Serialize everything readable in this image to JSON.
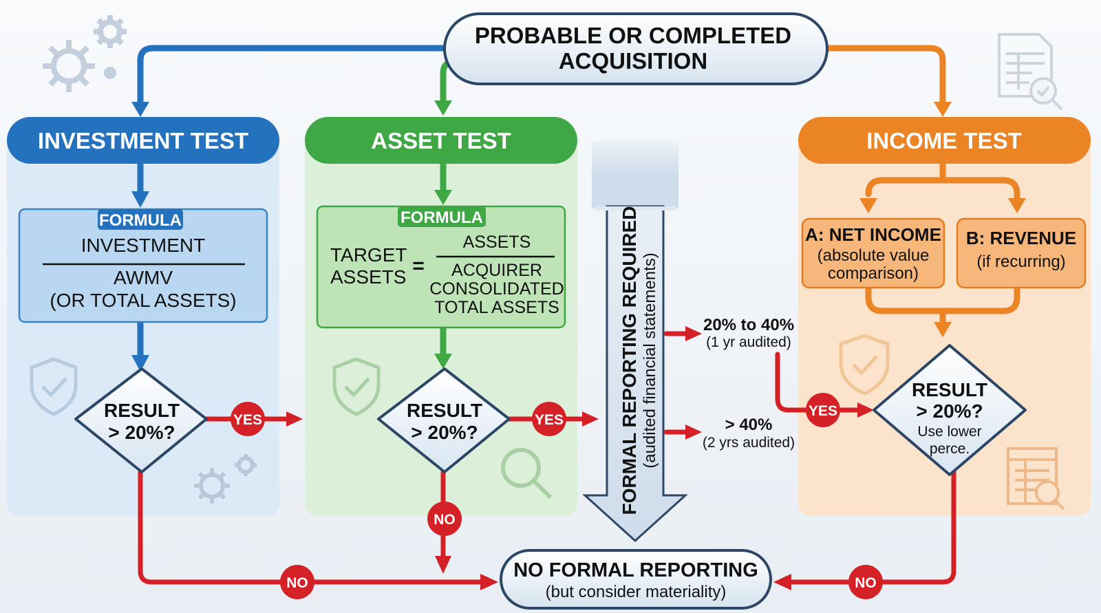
{
  "top": {
    "line1": "PROBABLE OR COMPLETED",
    "line2": "ACQUISITION"
  },
  "investment": {
    "title": "INVESTMENT TEST",
    "formula_tag": "FORMULA",
    "numerator": "INVESTMENT",
    "denominator1": "AWMV",
    "denominator2": "(OR TOTAL ASSETS)",
    "result1": "RESULT",
    "result2": "> 20%?",
    "yes": "YES",
    "no": "NO"
  },
  "asset": {
    "title": "ASSET TEST",
    "formula_tag": "FORMULA",
    "lhs1": "TARGET",
    "lhs2": "ASSETS",
    "equals": "=",
    "numerator": "ASSETS",
    "denom1": "ACQUIRER",
    "denom2": "CONSOLIDATED",
    "denom3": "TOTAL ASSETS",
    "result1": "RESULT",
    "result2": "> 20%?",
    "yes": "YES",
    "no": "NO"
  },
  "formal": {
    "line1": "FORMAL REPORTING REQUIRED",
    "line2": "(audited financial statements)",
    "tier1_value": "20% to 40%",
    "tier1_note": "(1 yr audited)",
    "tier2_value": "> 40%",
    "tier2_note": "(2 yrs audited)"
  },
  "income": {
    "title": "INCOME TEST",
    "a_title": "A: NET INCOME",
    "a_line1": "(absolute value",
    "a_line2": "comparison)",
    "b_title": "B: REVENUE",
    "b_line1": "(if recurring)",
    "result1": "RESULT",
    "result2": "> 20%?",
    "result3": "Use lower",
    "result4": "perce.",
    "yes": "YES",
    "no": "NO"
  },
  "bottom": {
    "title": "NO FORMAL REPORTING",
    "subtitle": "(but consider materiality)"
  },
  "colors": {
    "blue": "#2472bd",
    "green": "#3fa845",
    "orange": "#ea8424",
    "red": "#d42027",
    "navy": "#2c4766"
  },
  "icons": [
    "gears-icon",
    "shield-check-icon",
    "magnifier-icon",
    "spreadsheet-search-icon"
  ]
}
